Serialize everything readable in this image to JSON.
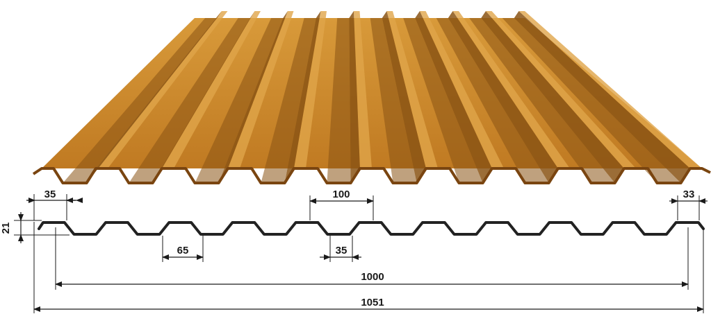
{
  "product": {
    "name": "corrugated-roof-sheet",
    "colors": {
      "sheet_main": "#c98a2e",
      "sheet_light": "#e0a54a",
      "sheet_dark": "#8a5414",
      "sheet_edge": "#7a4510",
      "profile": "#222222"
    }
  },
  "dimensions": {
    "top_flange_left": "35",
    "pitch": "100",
    "edge_right": "33",
    "height": "21",
    "bottom_width": "65",
    "top_width": "35",
    "useful_width": "1000",
    "full_width": "1051"
  }
}
